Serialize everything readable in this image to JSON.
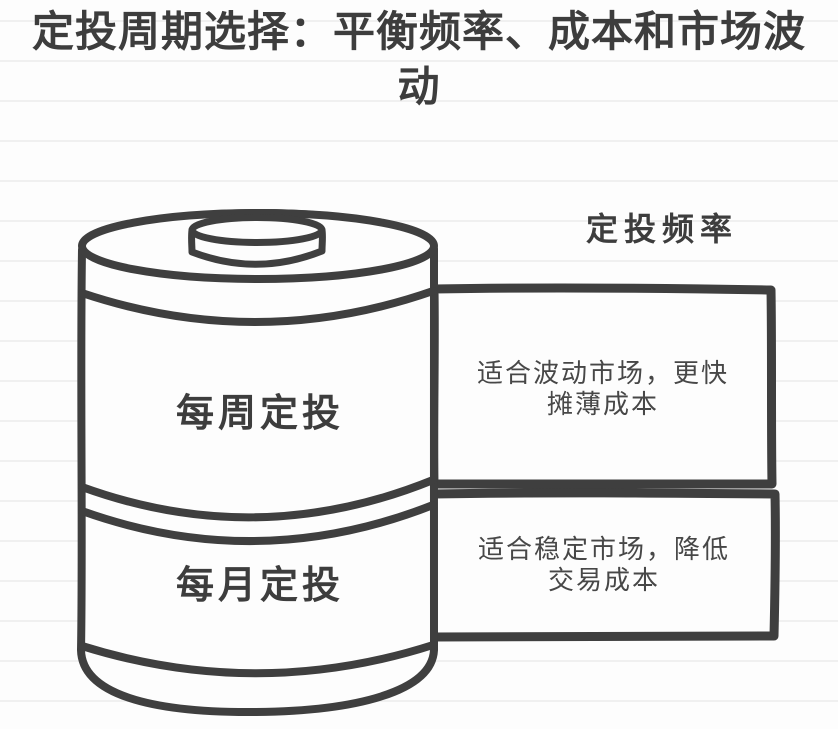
{
  "page": {
    "title": "定投周期选择：平衡频率、成本和市场波动"
  },
  "diagram": {
    "frequency_header": "定投频率",
    "segments": [
      {
        "label": "每周定投",
        "note_lines": [
          "适合波动市场，更快",
          "摊薄成本"
        ]
      },
      {
        "label": "每月定投",
        "note_lines": [
          "适合稳定市场，降低",
          "交易成本"
        ]
      }
    ],
    "colors": {
      "ink": "#3f3f3f",
      "paper": "#fdfdfd",
      "ruled_line": "#f0f0f0"
    }
  }
}
